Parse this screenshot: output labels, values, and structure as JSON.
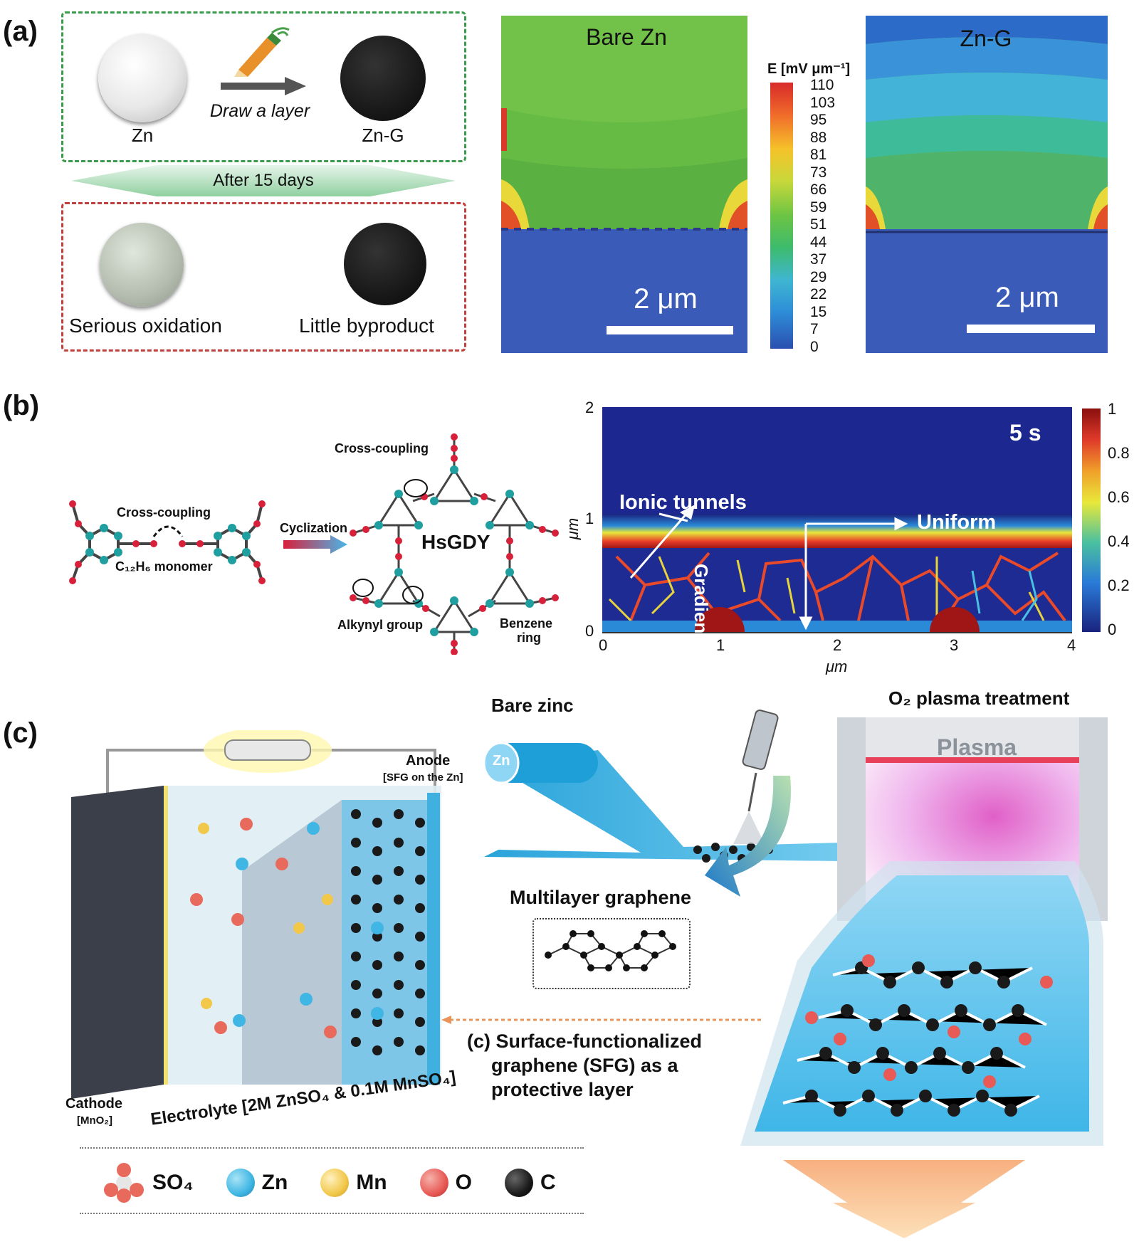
{
  "panel_a": {
    "label": "(a)",
    "zn_label": "Zn",
    "zng_label": "Zn-G",
    "arrow_text": "Draw a layer",
    "after_text": "After 15 days",
    "left_bottom": "Serious oxidation",
    "right_bottom": "Little byproduct",
    "sim_left_title": "Bare Zn",
    "sim_right_title": "Zn-G",
    "scale_left": "2 μm",
    "scale_right": "2 μm",
    "colorbar_title": "E [mV μm⁻¹]",
    "colorbar_ticks": [
      "110",
      "103",
      "95",
      "88",
      "81",
      "73",
      "66",
      "59",
      "51",
      "44",
      "37",
      "29",
      "22",
      "15",
      "7",
      "0"
    ]
  },
  "panel_b": {
    "label": "(b)",
    "monomer_label": "C₁₂H₆ monomer",
    "cross_coupling_1": "Cross-coupling",
    "cross_coupling_2": "Cross-coupling",
    "cyclization": "Cyclization",
    "hsgdy": "HsGDY",
    "alkynyl": "Alkynyl group",
    "benzene_1": "Benzene",
    "benzene_2": "ring",
    "time": "5 s",
    "ionic": "Ionic tunnels",
    "uniform": "Uniform",
    "gradient": "Gradient",
    "xlabel": "μm",
    "ylabel": "μm",
    "xticks": [
      "0",
      "1",
      "2",
      "3",
      "4"
    ],
    "yticks": [
      "0",
      "1",
      "2"
    ],
    "cbar_ticks": [
      "1",
      "0.8",
      "0.6",
      "0.4",
      "0.2",
      "0"
    ]
  },
  "panel_c": {
    "label": "(c)",
    "bare_zinc": "Bare zinc",
    "plasma_title": "O₂ plasma treatment",
    "plasma": "Plasma",
    "zn_roll": "Zn",
    "anode": "Anode",
    "anode_sub": "[SFG on the Zn]",
    "cathode": "Cathode",
    "cathode_sub": "[MnO₂]",
    "electrolyte": "Electrolyte [2M ZnSO₄ & 0.1M MnSO₄]",
    "multilayer": "Multilayer graphene",
    "sfg_1": "(c) Surface-functionalized",
    "sfg_2": "graphene (SFG) as a",
    "sfg_3": "protective layer",
    "legend": [
      {
        "label": "SO₄",
        "color": "#e86a5c"
      },
      {
        "label": "Zn",
        "color": "#3fb6e3"
      },
      {
        "label": "Mn",
        "color": "#f2c84a"
      },
      {
        "label": "O",
        "color": "#e85a55"
      },
      {
        "label": "C",
        "color": "#1a1a1a"
      }
    ]
  }
}
